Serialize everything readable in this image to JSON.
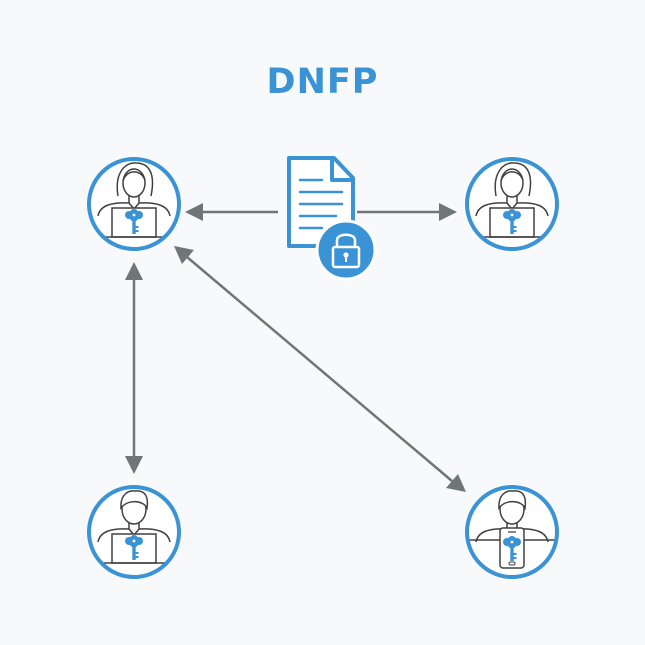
{
  "title": "DNFP",
  "colors": {
    "accent": "#3a93d4",
    "ink": "#404040",
    "arrow": "#6e7679",
    "background": "#f8f9fa",
    "fill": "#ffffff"
  },
  "nodes": [
    {
      "id": "node-top-left",
      "person": "woman",
      "device": "laptop-key"
    },
    {
      "id": "node-top-right",
      "person": "woman",
      "device": "laptop-key"
    },
    {
      "id": "node-bottom-left",
      "person": "man",
      "device": "laptop-key"
    },
    {
      "id": "node-bottom-right",
      "person": "man",
      "device": "phone-key"
    }
  ],
  "document_icon": "locked-document-icon",
  "connections": [
    {
      "from": "node-top-left",
      "to": "node-top-right",
      "direction": "both"
    },
    {
      "from": "node-top-left",
      "to": "node-bottom-left",
      "direction": "both"
    },
    {
      "from": "node-top-left",
      "to": "node-bottom-right",
      "direction": "both"
    }
  ]
}
